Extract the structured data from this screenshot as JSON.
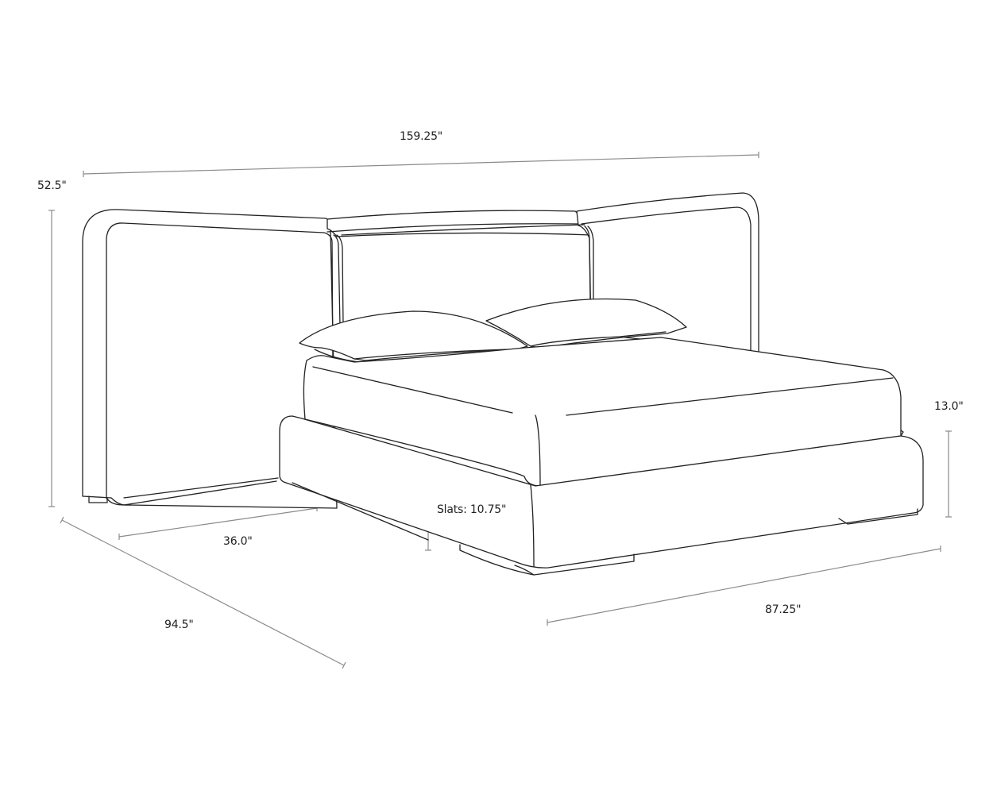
{
  "diagram": {
    "subject": "bed with extended wraparound headboard",
    "line_color": "#222222",
    "dimension_line_color": "#8a8a8a",
    "background": "#ffffff"
  },
  "dimensions": {
    "overall_width": "159.25\"",
    "overall_height": "52.5\"",
    "overall_depth": "94.5\"",
    "side_panel_width": "36.0\"",
    "slats_height": "Slats: 10.75\"",
    "bed_width": "87.25\"",
    "base_height": "13.0\""
  }
}
